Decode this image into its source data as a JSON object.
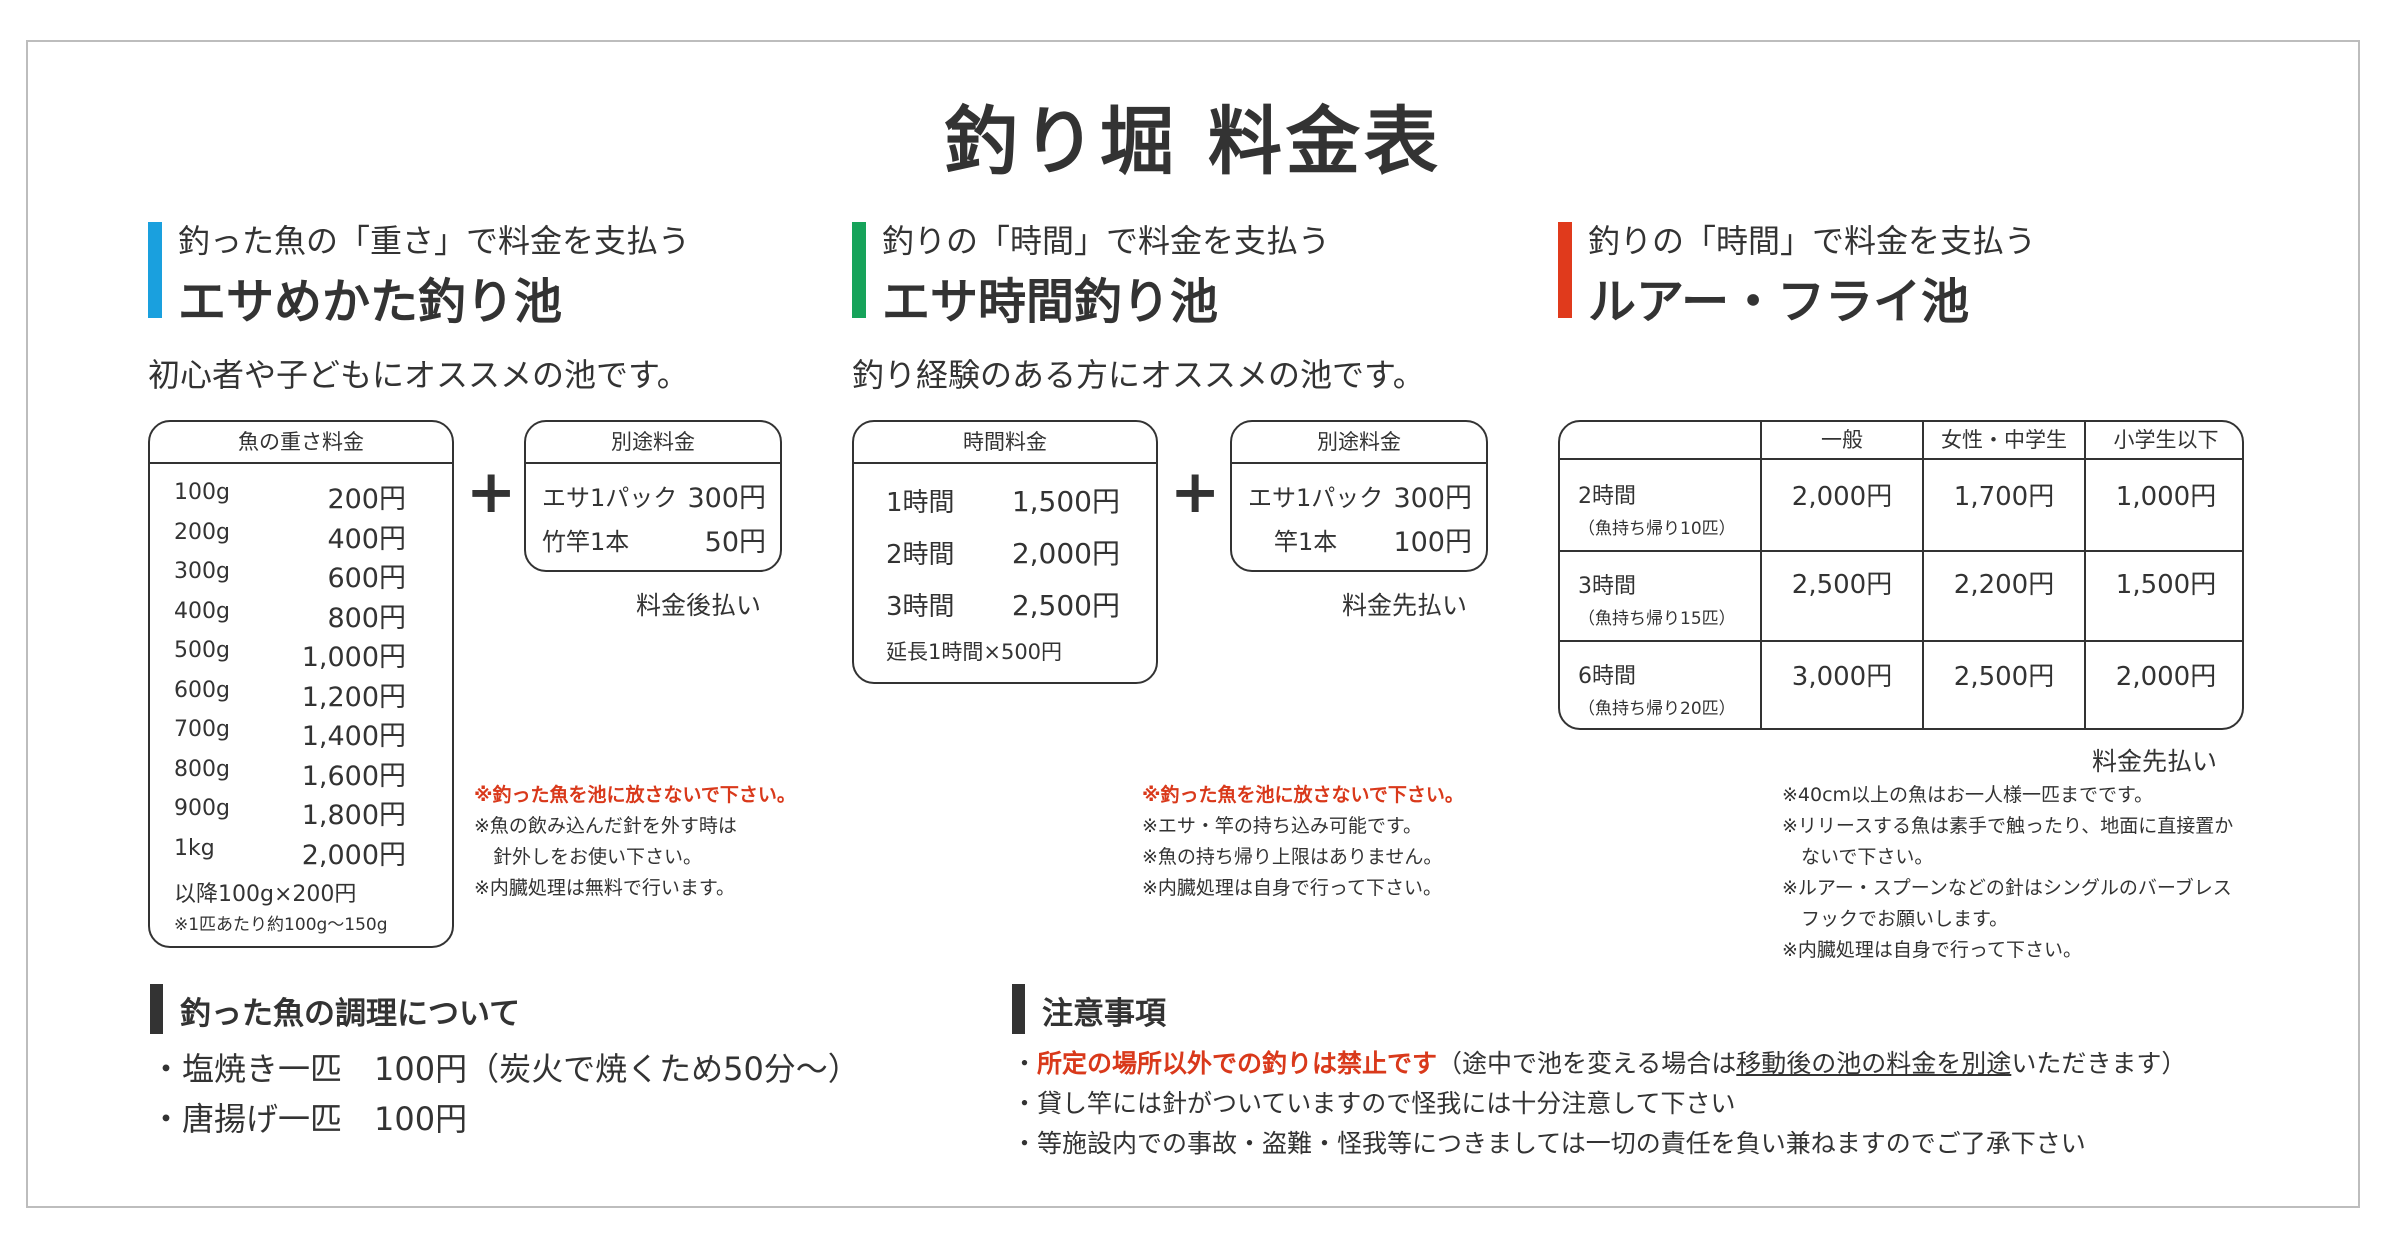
{
  "title": "釣り堀 料金表",
  "colors": {
    "blue": "#1aa0de",
    "green": "#16a35a",
    "red": "#e03a1c",
    "dark": "#333333",
    "note_red": "#d9391b"
  },
  "ponds": {
    "bait_weight": {
      "subtitle": "釣った魚の「重さ」で料金を支払う",
      "name": "エサめかた釣り池",
      "desc": "初心者や子どもにオススメの池です。",
      "weight_table": {
        "header": "魚の重さ料金",
        "rows": [
          {
            "w": "100g",
            "p": "200円"
          },
          {
            "w": "200g",
            "p": "400円"
          },
          {
            "w": "300g",
            "p": "600円"
          },
          {
            "w": "400g",
            "p": "800円"
          },
          {
            "w": "500g",
            "p": "1,000円"
          },
          {
            "w": "600g",
            "p": "1,200円"
          },
          {
            "w": "700g",
            "p": "1,400円"
          },
          {
            "w": "800g",
            "p": "1,600円"
          },
          {
            "w": "900g",
            "p": "1,800円"
          },
          {
            "w": "1kg",
            "p": "2,000円"
          }
        ],
        "footer1": "以降100g×200円",
        "footer2": "※1匹あたり約100g～150g"
      },
      "extra": {
        "header": "別途料金",
        "rows": [
          {
            "item": "エサ1パック",
            "price": "300円"
          },
          {
            "item": "竹竿1本",
            "price": "50円"
          }
        ],
        "pay": "料金後払い"
      },
      "notes_red": "※釣った魚を池に放さないで下さい。",
      "notes": [
        "※魚の飲み込んだ針を外す時は",
        "　針外しをお使い下さい。",
        "※内臓処理は無料で行います。"
      ]
    },
    "bait_time": {
      "subtitle": "釣りの「時間」で料金を支払う",
      "name": "エサ時間釣り池",
      "desc": "釣り経験のある方にオススメの池です。",
      "time_table": {
        "header": "時間料金",
        "rows": [
          {
            "t": "1時間",
            "p": "1,500円"
          },
          {
            "t": "2時間",
            "p": "2,000円"
          },
          {
            "t": "3時間",
            "p": "2,500円"
          }
        ],
        "footer": "延長1時間×500円"
      },
      "extra": {
        "header": "別途料金",
        "rows": [
          {
            "item": "エサ1パック",
            "price": "300円"
          },
          {
            "item": "竿1本",
            "price": "100円"
          }
        ],
        "pay": "料金先払い"
      },
      "notes_red": "※釣った魚を池に放さないで下さい。",
      "notes": [
        "※エサ・竿の持ち込み可能です。",
        "※魚の持ち帰り上限はありません。",
        "※内臓処理は自身で行って下さい。"
      ]
    },
    "lure_fly": {
      "subtitle": "釣りの「時間」で料金を支払う",
      "name": "ルアー・フライ池",
      "table": {
        "headers": [
          "一般",
          "女性・中学生",
          "小学生以下"
        ],
        "rows": [
          {
            "label": "2時間",
            "sub": "（魚持ち帰り10匹）",
            "prices": [
              "2,000円",
              "1,700円",
              "1,000円"
            ]
          },
          {
            "label": "3時間",
            "sub": "（魚持ち帰り15匹）",
            "prices": [
              "2,500円",
              "2,200円",
              "1,500円"
            ]
          },
          {
            "label": "6時間",
            "sub": "（魚持ち帰り20匹）",
            "prices": [
              "3,000円",
              "2,500円",
              "2,000円"
            ]
          }
        ]
      },
      "pay": "料金先払い",
      "notes": [
        "※40cm以上の魚はお一人様一匹までです。",
        "※リリースする魚は素手で触ったり、地面に直接置か",
        "　ないで下さい。",
        "※ルアー・スプーンなどの針はシングルのバーブレス",
        "　フックでお願いします。",
        "※内臓処理は自身で行って下さい。"
      ]
    }
  },
  "cooking": {
    "heading": "釣った魚の調理について",
    "items": [
      "・塩焼き一匹　100円（炭火で焼くため50分～）",
      "・唐揚げ一匹　100円"
    ]
  },
  "cautions": {
    "heading": "注意事項",
    "line1_bullet": "・",
    "line1_red": "所定の場所以外での釣りは禁止です",
    "line1_mid": "（途中で池を変える場合は",
    "line1_ul": "移動後の池の料金を別途",
    "line1_end": "いただきます）",
    "line2": "・貸し竿には針がついていますので怪我には十分注意して下さい",
    "line3": "・等施設内での事故・盗難・怪我等につきましては一切の責任を負い兼ねますのでご了承下さい"
  },
  "plus_sign": "+"
}
